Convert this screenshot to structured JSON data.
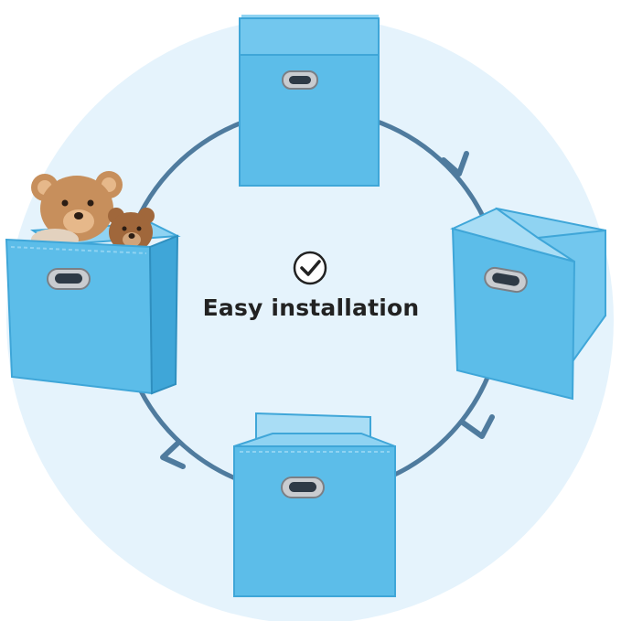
{
  "caption": "Easy installation",
  "colors": {
    "background_circle": "#e5f3fc",
    "cycle_ring": "#4f7b9e",
    "bin_blue": "#5cbde9",
    "bin_blue_dark": "#3fa6d8",
    "bin_blue_light": "#8fd3f2",
    "grommet_metal": "#c9ccd0",
    "teddy_brown": "#c78f5c",
    "text": "#222222"
  },
  "icons": {
    "check": "check-circle-icon",
    "arrows": "chevron-arrow-icon"
  },
  "steps": [
    "folded-bin",
    "unfolding-bin",
    "assembling-bin",
    "bin-with-toys"
  ]
}
